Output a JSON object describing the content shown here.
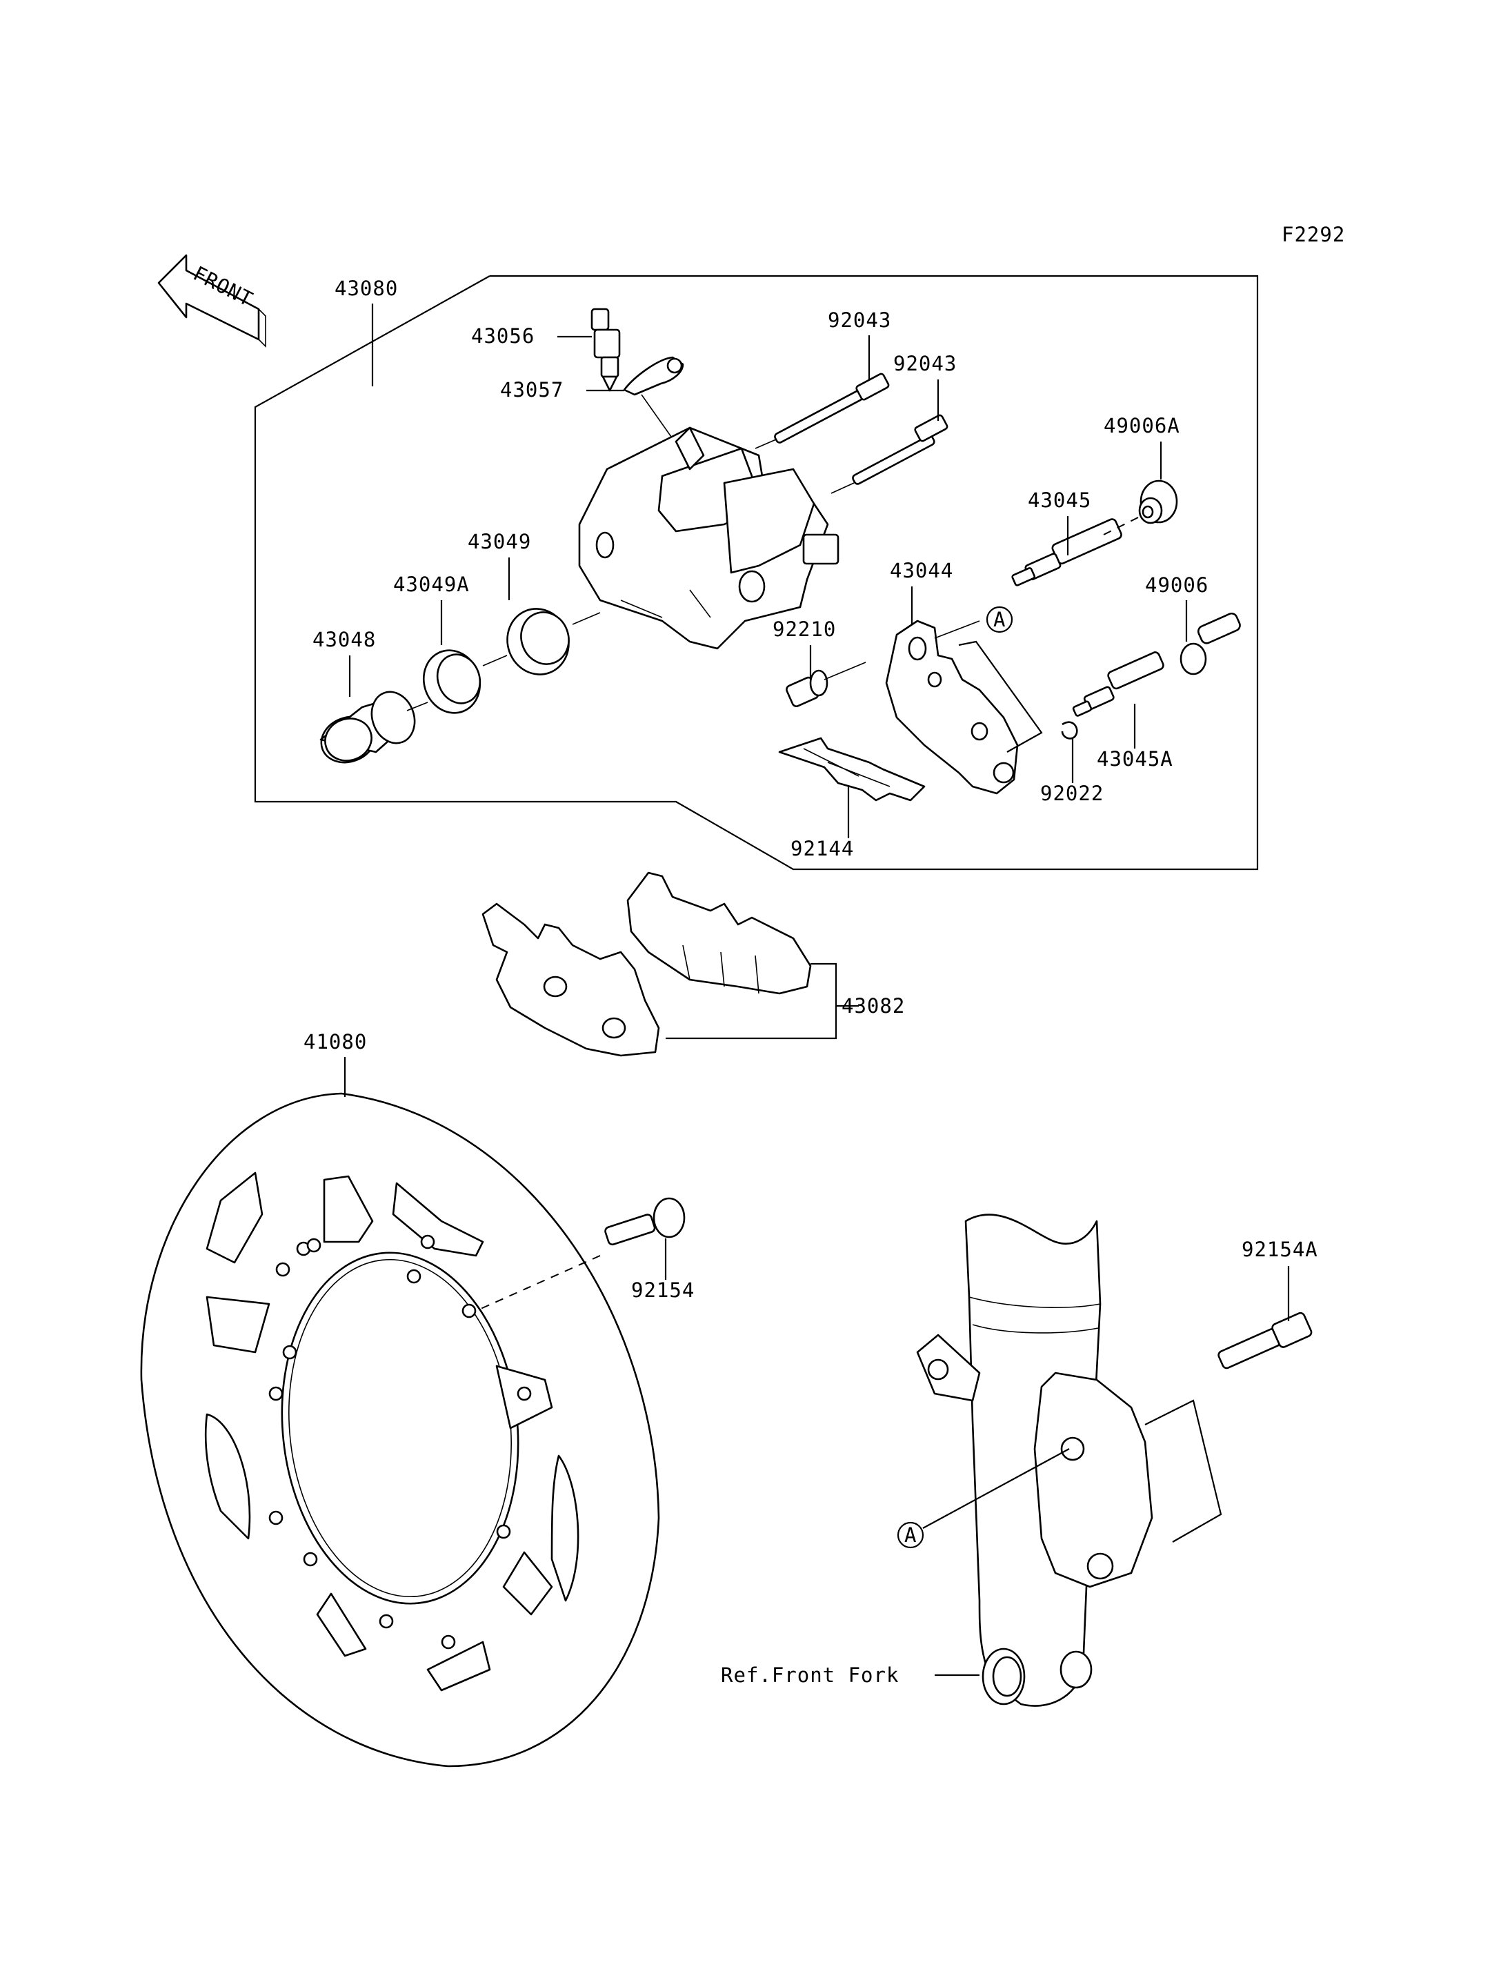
{
  "figure_code": "F2292",
  "front_arrow": "FRONT",
  "ref_label": "Ref.Front Fork",
  "callout_letter": "A",
  "parts": {
    "p43080": "43080",
    "p43056": "43056",
    "p43057": "43057",
    "p92043a": "92043",
    "p92043b": "92043",
    "p49006A": "49006A",
    "p43045": "43045",
    "p43049": "43049",
    "p43049A": "43049A",
    "p43044": "43044",
    "p49006": "49006",
    "p43048": "43048",
    "p92210": "92210",
    "p43045A": "43045A",
    "p92022": "92022",
    "p92144": "92144",
    "p43082": "43082",
    "p41080": "41080",
    "p92154": "92154",
    "p92154A": "92154A"
  }
}
